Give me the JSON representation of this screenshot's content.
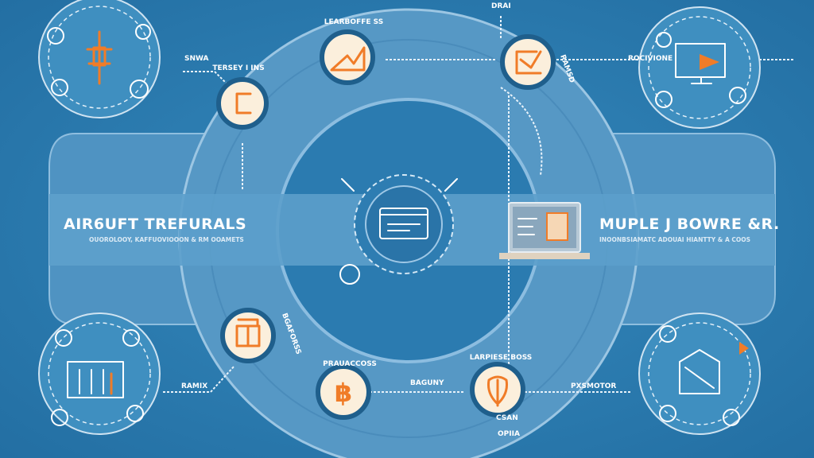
{
  "left_panel": {
    "title": "AIR6UFT TREFURALS",
    "subtitle": "OUOROLOOY, KAFFUOVIOOON & RM OOAMETS"
  },
  "right_panel": {
    "title": "MUPLE J BOWRE &R.",
    "subtitle": "INOONBSIAMATC ADOUAI HIANTTY & A COOS"
  },
  "labels": {
    "top_left": "SNWA",
    "top_right": "ROCIVIONE",
    "top_center": "DRAI",
    "bottom_left": "RAMIX",
    "bottom_center": "BAGUNY",
    "bottom_right": "PXSMOTOR",
    "bottom_note_1": "CSAN",
    "bottom_note_2": "OPIIA"
  },
  "nodes": [
    {
      "icon": "letter-c-icon",
      "caption": "TERSEY I INS"
    },
    {
      "icon": "line-chart-icon",
      "caption": "LEARBOFFE SS"
    },
    {
      "icon": "clipboard-chart-icon",
      "caption": "RAMSD"
    },
    {
      "icon": "book-icon",
      "caption": "BGAFORSS"
    },
    {
      "icon": "bitcoin-icon",
      "caption": "PRAUACCOSS"
    },
    {
      "icon": "emblem-icon",
      "caption": "LARPIESE BOSS"
    }
  ],
  "colors": {
    "background": "#2d7fb1",
    "ring": "#5b9bc6",
    "accent": "#f07c28",
    "node_fill": "#fbefdc"
  }
}
